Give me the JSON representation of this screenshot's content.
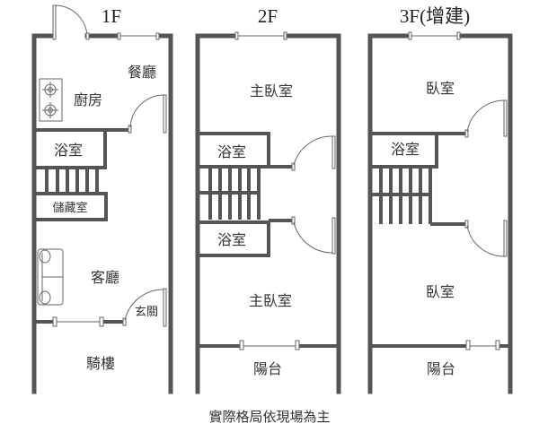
{
  "floors": [
    {
      "title": "1F",
      "rooms": [
        "餐廳",
        "廚房",
        "浴室",
        "儲藏室",
        "客廳",
        "玄關",
        "騎樓"
      ]
    },
    {
      "title": "2F",
      "rooms": [
        "主臥室",
        "浴室",
        "浴室",
        "主臥室",
        "陽台"
      ]
    },
    {
      "title": "3F(增建)",
      "rooms": [
        "臥室",
        "浴室",
        "臥室",
        "陽台"
      ]
    }
  ],
  "caption": "實際格局依現場為主"
}
